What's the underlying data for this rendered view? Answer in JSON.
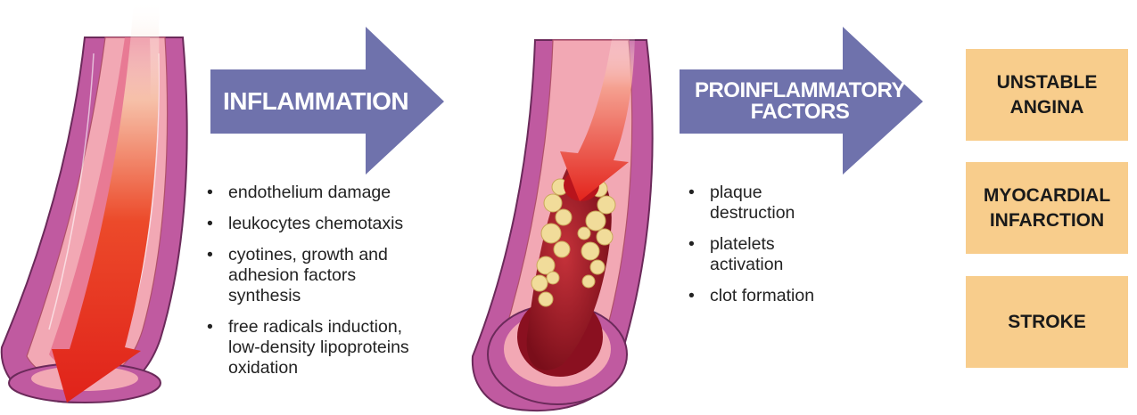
{
  "colors": {
    "arrow": "#6f72ac",
    "outcome_box": "#f8cd8c",
    "vessel_outer": "#c05aa0",
    "vessel_inner": "#f2a8b4",
    "blood": "#e8241a",
    "plaque": "#f1dc9a"
  },
  "arrow1": {
    "label": "INFLAMMATION"
  },
  "arrow2": {
    "label_line1": "PROINFLAMMATORY",
    "label_line2": "FACTORS"
  },
  "inflammation_effects": [
    "endothelium damage",
    "leukocytes chemotaxis",
    "cyotines, growth and\nadhesion factors\nsynthesis",
    "free radicals induction,\nlow-density lipoproteins\noxidation"
  ],
  "proinflammatory_effects": [
    "plaque\ndestruction",
    "platelets\nactivation",
    "clot formation"
  ],
  "outcomes": [
    "UNSTABLE\nANGINA",
    "MYOCARDIAL\nINFARCTION",
    "STROKE"
  ],
  "icons": [
    "healthy-vessel-icon",
    "blood-flow-arrow-icon",
    "plaque-vessel-icon",
    "blood-clot-icon"
  ]
}
